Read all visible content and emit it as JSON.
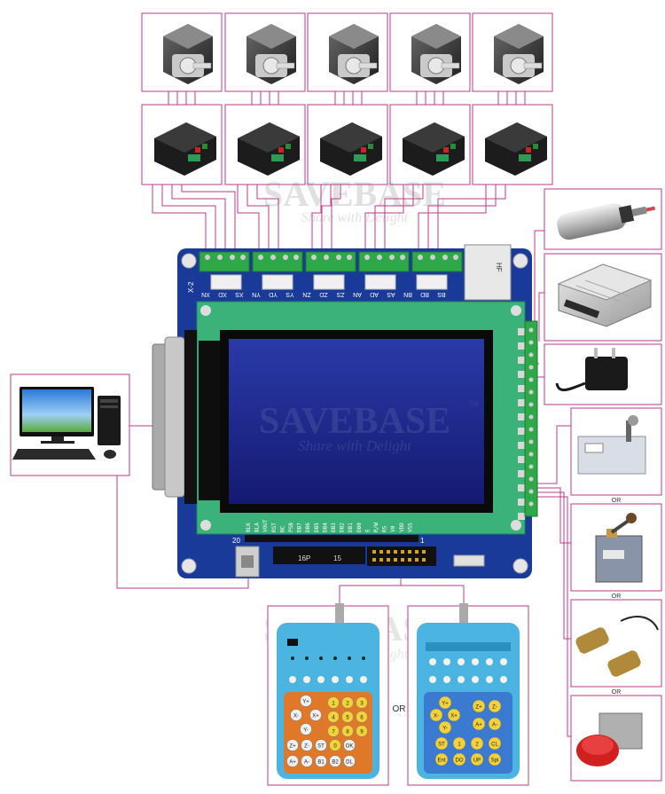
{
  "watermark": {
    "title": "SAVEBASE",
    "subtitle": "Share with Delight",
    "trademark": "TM"
  },
  "board": {
    "header_label": "X-2",
    "terminal_labels": [
      "XN",
      "XD",
      "XS",
      "YN",
      "YD",
      "YS",
      "ZN",
      "ZD",
      "ZS",
      "AN",
      "AD",
      "AS",
      "BN",
      "BD",
      "BS"
    ],
    "relay_text": "HF",
    "lcd_pins": [
      "BLK",
      "BLA",
      "VOUT",
      "RST",
      "NC",
      "PSB",
      "DB7",
      "DB6",
      "DB5",
      "DB4",
      "DB3",
      "DB2",
      "DB1",
      "DB0",
      "E",
      "R/W",
      "RS",
      "V0",
      "VDD",
      "VSS"
    ],
    "pin_first": "20",
    "pin_last": "1",
    "connector_label": "16P",
    "connector_num": "15"
  },
  "separators": {
    "or_label": "OR"
  },
  "keypad_a": {
    "keys": [
      "Y+",
      "X-",
      "X+",
      "Y-",
      "1",
      "2",
      "3",
      "4",
      "5",
      "6",
      "7",
      "8",
      "9",
      "Z+",
      "Z-",
      "ST",
      "0",
      "OK",
      "A+",
      "A-",
      "B1",
      "B2",
      "DL"
    ]
  },
  "keypad_b": {
    "keys": [
      "Y+",
      "X-",
      "X+",
      "Y-",
      "Z+",
      "Z-",
      "A+",
      "A-",
      "ST",
      "1",
      "2",
      "CL",
      "Ent",
      "DO",
      "UP",
      "Spi"
    ]
  },
  "colors": {
    "wire": "#c2398f",
    "board": "#1a3a9a",
    "lcd_pcb": "#3ab27a",
    "lcd_screen": "#1b1f8c",
    "keypad": "#4cb4e0",
    "keypad_face": "#e0782a"
  }
}
